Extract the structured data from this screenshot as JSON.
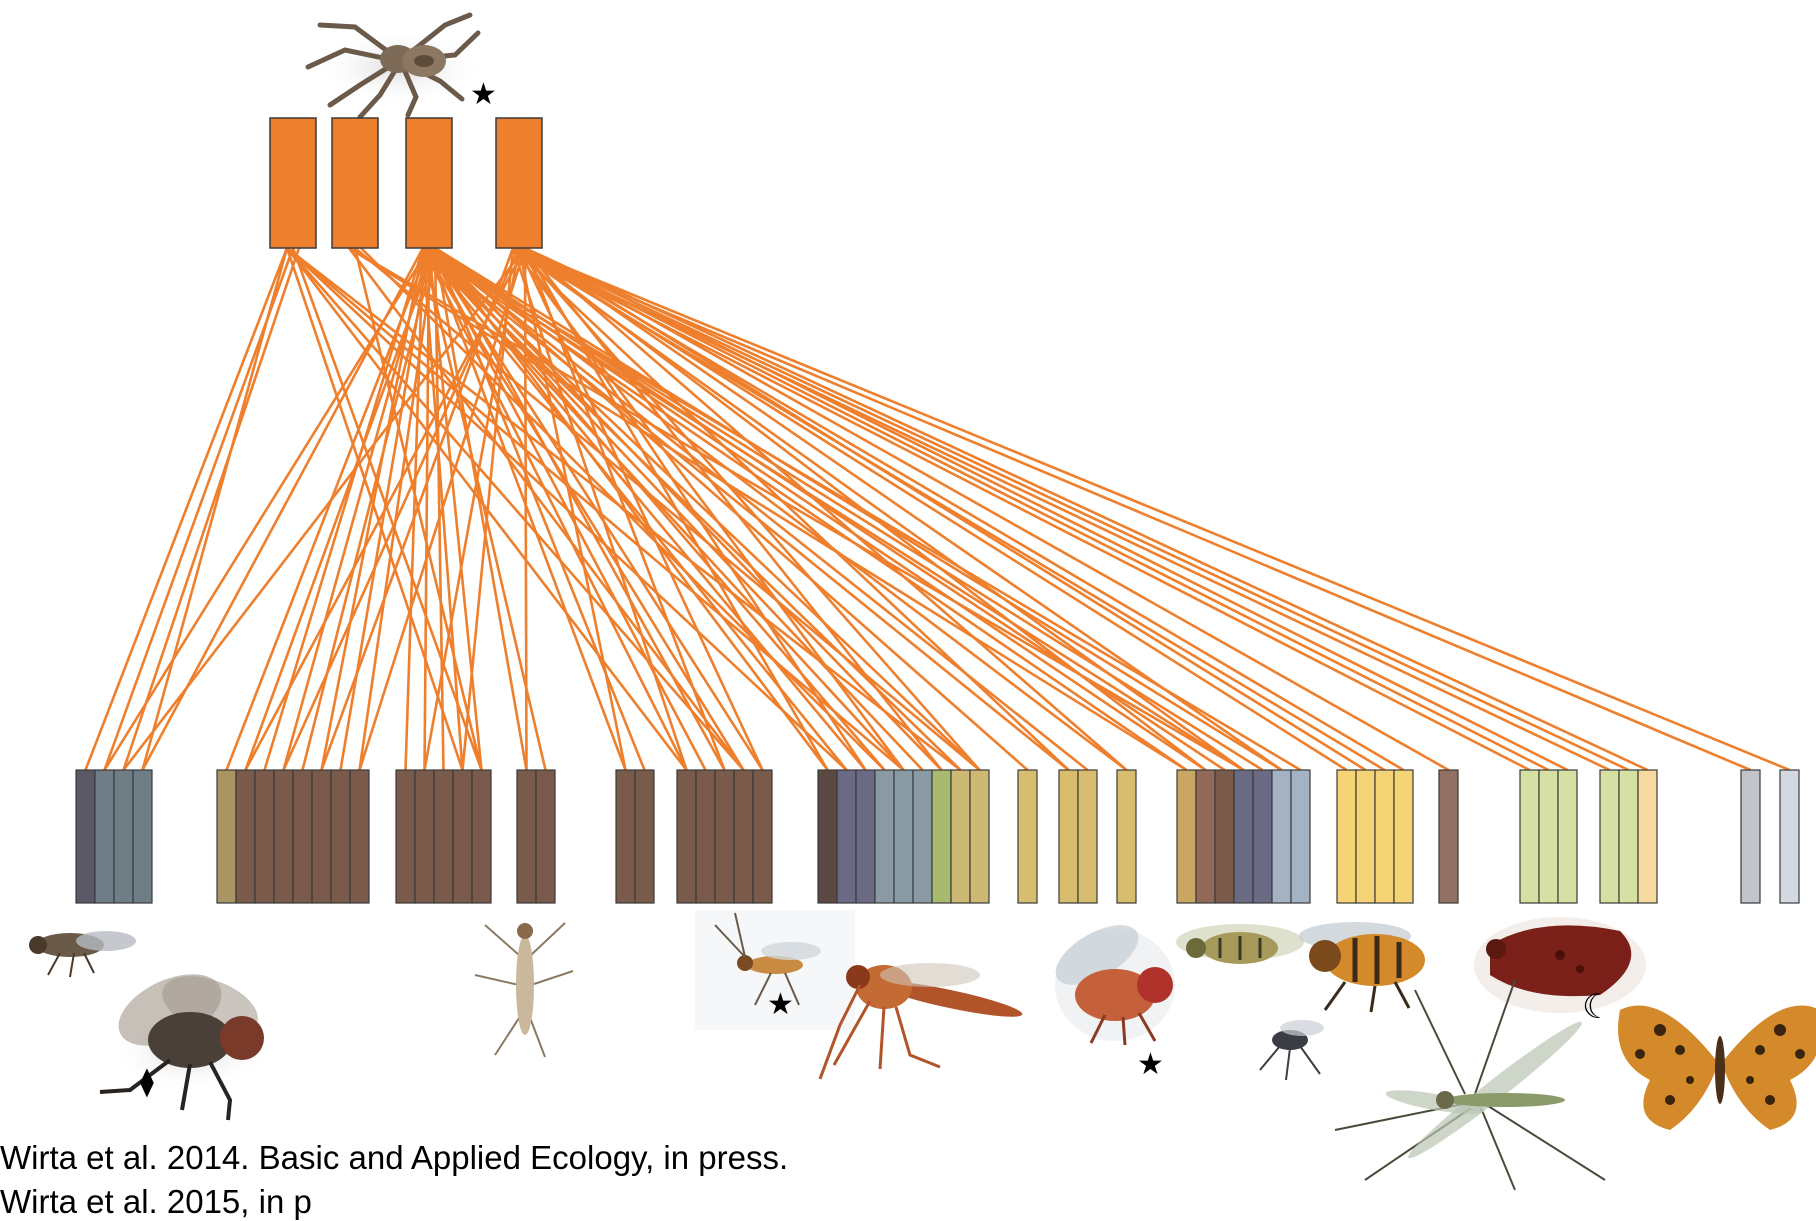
{
  "diagram": {
    "predator_block_color": "#EE7F2D",
    "link_color": "#EE7F2D",
    "predators": [
      {
        "id": "P1"
      },
      {
        "id": "P2"
      },
      {
        "id": "P3"
      },
      {
        "id": "P4"
      }
    ],
    "prey": [
      {
        "color": "#585866"
      },
      {
        "color": "#6F7E86"
      },
      {
        "color": "#6F7E86"
      },
      {
        "color": "#6F7E86"
      },
      {
        "color": "#A99563"
      },
      {
        "color": "#7A5A4B"
      },
      {
        "color": "#7A5A4B"
      },
      {
        "color": "#7A5A4B"
      },
      {
        "color": "#7A5A4B"
      },
      {
        "color": "#7A5A4B"
      },
      {
        "color": "#7A5A4B"
      },
      {
        "color": "#7A5A4B"
      },
      {
        "color": "#7A5A4B"
      },
      {
        "color": "#7A5A4B"
      },
      {
        "color": "#7A5A4B"
      },
      {
        "color": "#7A5A4B"
      },
      {
        "color": "#7A5A4B"
      },
      {
        "color": "#7A5A4B"
      },
      {
        "color": "#7A5A4B"
      },
      {
        "color": "#7A5A4B"
      },
      {
        "color": "#7A5A4B"
      },
      {
        "color": "#7A5A4B"
      },
      {
        "color": "#7A5A4B"
      },
      {
        "color": "#7A5A4B"
      },
      {
        "color": "#7A5A4B"
      },
      {
        "color": "#7A5A4B"
      },
      {
        "color": "#5A4A43"
      },
      {
        "color": "#6A6A84"
      },
      {
        "color": "#6A6A84"
      },
      {
        "color": "#8A9AA4"
      },
      {
        "color": "#8A9AA4"
      },
      {
        "color": "#8A9AA4"
      },
      {
        "color": "#A8BA6E"
      },
      {
        "color": "#CDB874"
      },
      {
        "color": "#CDB874"
      },
      {
        "color": "#D9BD6E"
      },
      {
        "color": "#D9BD6E"
      },
      {
        "color": "#D9BD6E"
      },
      {
        "color": "#D9BD6E"
      },
      {
        "color": "#C9A762"
      },
      {
        "color": "#926858"
      },
      {
        "color": "#7A5A4B"
      },
      {
        "color": "#6A6A84"
      },
      {
        "color": "#6A6A84"
      },
      {
        "color": "#A3B3C3"
      },
      {
        "color": "#A3B3C3"
      },
      {
        "color": "#F5D476"
      },
      {
        "color": "#F5D476"
      },
      {
        "color": "#F5D476"
      },
      {
        "color": "#F5D476"
      },
      {
        "color": "#927064"
      },
      {
        "color": "#D5E1A3"
      },
      {
        "color": "#D5E1A3"
      },
      {
        "color": "#D5E1A3"
      },
      {
        "color": "#D5E1A3"
      },
      {
        "color": "#D5E1A3"
      },
      {
        "color": "#F7D9A0"
      },
      {
        "color": "#C2C4CC"
      },
      {
        "color": "#D4D8E0"
      }
    ],
    "links": [
      [
        0,
        0
      ],
      [
        0,
        1
      ],
      [
        0,
        2
      ],
      [
        0,
        3
      ],
      [
        0,
        15
      ],
      [
        0,
        16
      ],
      [
        0,
        21
      ],
      [
        0,
        24
      ],
      [
        0,
        27
      ],
      [
        0,
        30
      ],
      [
        0,
        33
      ],
      [
        1,
        16
      ],
      [
        1,
        24
      ],
      [
        1,
        29
      ],
      [
        1,
        34
      ],
      [
        1,
        39
      ],
      [
        1,
        42
      ],
      [
        2,
        1
      ],
      [
        2,
        3
      ],
      [
        2,
        4
      ],
      [
        2,
        5
      ],
      [
        2,
        6
      ],
      [
        2,
        7
      ],
      [
        2,
        8
      ],
      [
        2,
        9
      ],
      [
        2,
        10
      ],
      [
        2,
        11
      ],
      [
        2,
        12
      ],
      [
        2,
        13
      ],
      [
        2,
        14
      ],
      [
        2,
        15
      ],
      [
        2,
        16
      ],
      [
        2,
        17
      ],
      [
        2,
        18
      ],
      [
        2,
        19
      ],
      [
        2,
        20
      ],
      [
        2,
        21
      ],
      [
        2,
        22
      ],
      [
        2,
        23
      ],
      [
        2,
        24
      ],
      [
        2,
        25
      ],
      [
        2,
        26
      ],
      [
        2,
        27
      ],
      [
        2,
        28
      ],
      [
        2,
        29
      ],
      [
        2,
        30
      ],
      [
        2,
        31
      ],
      [
        2,
        32
      ],
      [
        2,
        33
      ],
      [
        2,
        34
      ],
      [
        2,
        35
      ],
      [
        2,
        36
      ],
      [
        2,
        37
      ],
      [
        2,
        38
      ],
      [
        2,
        39
      ],
      [
        2,
        40
      ],
      [
        2,
        41
      ],
      [
        2,
        42
      ],
      [
        2,
        43
      ],
      [
        2,
        44
      ],
      [
        2,
        45
      ],
      [
        3,
        2
      ],
      [
        3,
        5
      ],
      [
        3,
        7
      ],
      [
        3,
        9
      ],
      [
        3,
        11
      ],
      [
        3,
        13
      ],
      [
        3,
        15
      ],
      [
        3,
        17
      ],
      [
        3,
        19
      ],
      [
        3,
        21
      ],
      [
        3,
        23
      ],
      [
        3,
        25
      ],
      [
        3,
        26
      ],
      [
        3,
        28
      ],
      [
        3,
        30
      ],
      [
        3,
        32
      ],
      [
        3,
        34
      ],
      [
        3,
        36
      ],
      [
        3,
        38
      ],
      [
        3,
        40
      ],
      [
        3,
        42
      ],
      [
        3,
        44
      ],
      [
        3,
        46
      ],
      [
        3,
        47
      ],
      [
        3,
        48
      ],
      [
        3,
        49
      ],
      [
        3,
        50
      ],
      [
        3,
        51
      ],
      [
        3,
        52
      ],
      [
        3,
        53
      ],
      [
        3,
        54
      ],
      [
        3,
        55
      ],
      [
        3,
        56
      ],
      [
        3,
        57
      ],
      [
        3,
        58
      ]
    ],
    "markers": {
      "star": "★",
      "diamond": "⧫",
      "moon": "☾"
    }
  },
  "citations": [
    "Wirta et al. 2014. Basic and Applied Ecology, in press.",
    "Wirta et al. 2015, in p"
  ]
}
